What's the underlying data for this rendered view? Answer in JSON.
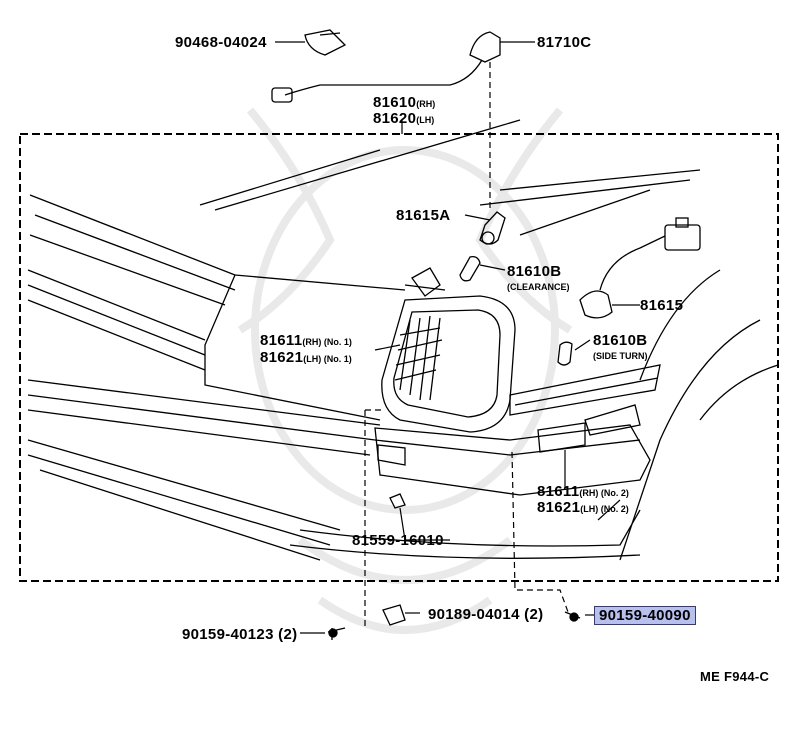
{
  "parts": {
    "p90468": "90468-04024",
    "p81710C": "81710C",
    "p81610": "81610",
    "p81610_tag": "(RH)",
    "p81620": "81620",
    "p81620_tag": "(LH)",
    "p81615A": "81615A",
    "p81610B_1": "81610B",
    "p81610B_1_note": "(CLEARANCE)",
    "p81615": "81615",
    "p81611_1": "81611",
    "p81611_1_tag": "(RH) (No. 1)",
    "p81621_1": "81621",
    "p81621_1_tag": "(LH) (No. 1)",
    "p81610B_2": "81610B",
    "p81610B_2_note": "(SIDE TURN)",
    "p81611_2": "81611",
    "p81611_2_tag": "(RH) (No. 2)",
    "p81621_2": "81621",
    "p81621_2_tag": "(LH) (No. 2)",
    "p81559": "81559-16010",
    "p90189": "90189-04014 (2)",
    "p90159_40123": "90159-40123 (2)",
    "p90159_40090": "90159-40090"
  },
  "diagram_code": "ME F944-C",
  "colors": {
    "highlight": "#b8c0ee",
    "line": "#000000"
  }
}
